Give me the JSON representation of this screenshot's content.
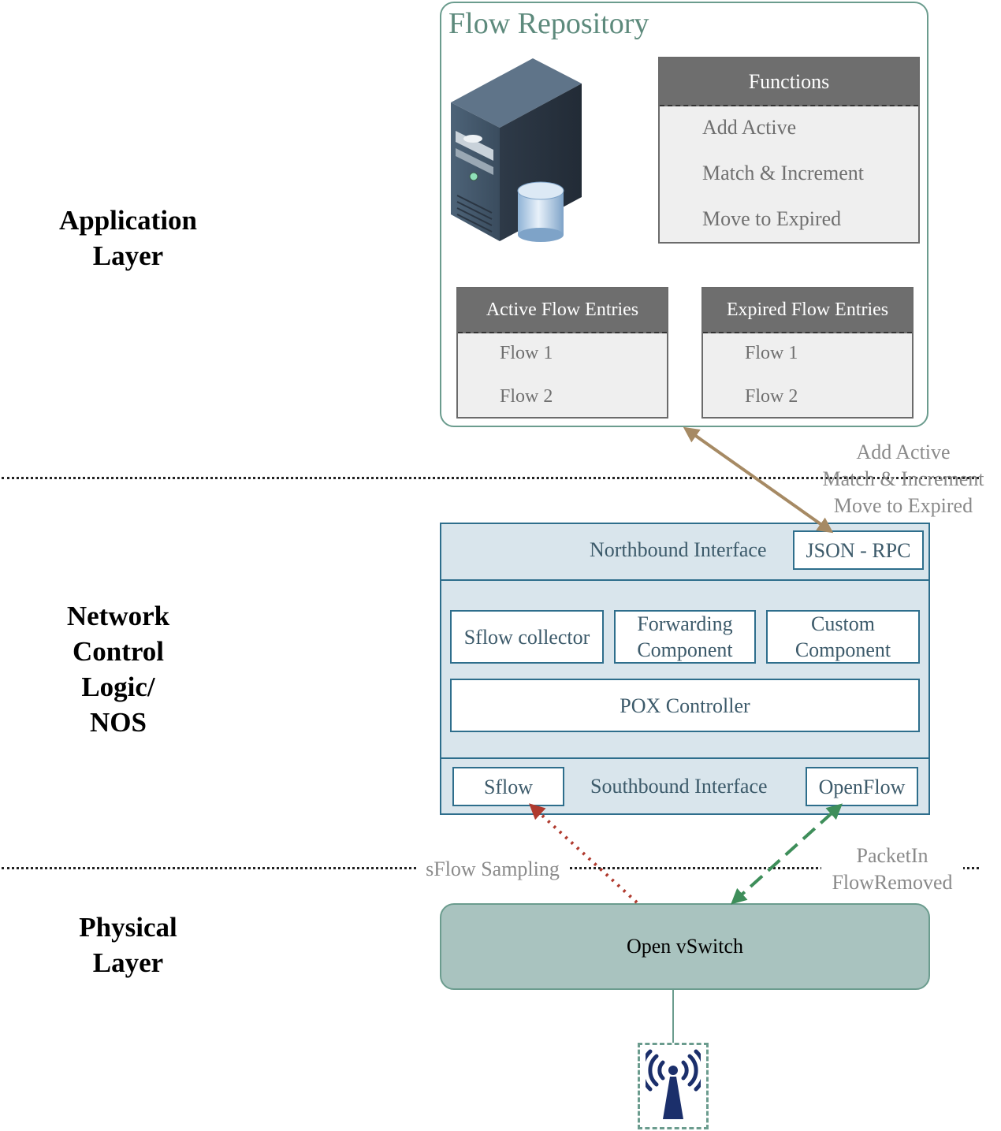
{
  "layers": {
    "application": "Application\nLayer",
    "network": "Network\nControl\nLogic/\nNOS",
    "physical": "Physical\nLayer"
  },
  "repository": {
    "title": "Flow Repository",
    "server_icon": "database-server-icon",
    "functions": {
      "header": "Functions",
      "items": [
        "Add Active",
        "Match & Increment",
        "Move to Expired"
      ]
    },
    "active_entries": {
      "header": "Active Flow Entries",
      "items": [
        "Flow 1",
        "Flow 2"
      ]
    },
    "expired_entries": {
      "header": "Expired Flow Entries",
      "items": [
        "Flow 1",
        "Flow 2"
      ]
    }
  },
  "json_rpc_operations": [
    "Add Active",
    "Match & Increment",
    "Move to Expired"
  ],
  "nos": {
    "northbound_label": "Northbound Interface",
    "json_rpc": "JSON - RPC",
    "components": [
      "Sflow collector",
      "Forwarding\nComponent",
      "Custom\nComponent"
    ],
    "controller": "POX Controller",
    "southbound_label": "Southbound Interface",
    "sflow": "Sflow",
    "openflow": "OpenFlow"
  },
  "links": {
    "sflow_sampling": "sFlow Sampling",
    "openflow_messages": "PacketIn\nFlowRemoved"
  },
  "switch": {
    "label": "Open vSwitch",
    "access_point_icon": "wireless-tower-icon"
  },
  "colors": {
    "repository_border": "#6b9c8e",
    "nos_border": "#2e6e8c",
    "nos_fill": "#d9e5ec",
    "switch_fill": "#a9c3bf",
    "rpc_arrow": "#a68a64",
    "sflow_arrow": "#b03a2e",
    "openflow_arrow": "#3e8e5a"
  }
}
